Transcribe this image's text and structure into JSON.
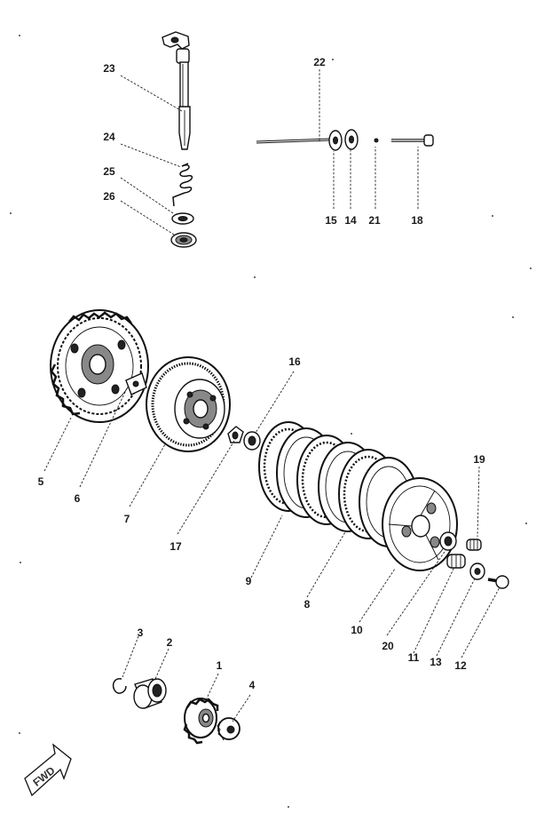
{
  "diagram": {
    "labels": [
      {
        "id": "1",
        "text": "1"
      },
      {
        "id": "2",
        "text": "2"
      },
      {
        "id": "3",
        "text": "3"
      },
      {
        "id": "4",
        "text": "4"
      },
      {
        "id": "5",
        "text": "5"
      },
      {
        "id": "6",
        "text": "6"
      },
      {
        "id": "7",
        "text": "7"
      },
      {
        "id": "8",
        "text": "8"
      },
      {
        "id": "9",
        "text": "9"
      },
      {
        "id": "10",
        "text": "10"
      },
      {
        "id": "11",
        "text": "11"
      },
      {
        "id": "12",
        "text": "12"
      },
      {
        "id": "13",
        "text": "13"
      },
      {
        "id": "14",
        "text": "14"
      },
      {
        "id": "15",
        "text": "15"
      },
      {
        "id": "16",
        "text": "16"
      },
      {
        "id": "17",
        "text": "17"
      },
      {
        "id": "18",
        "text": "18"
      },
      {
        "id": "19",
        "text": "19"
      },
      {
        "id": "20",
        "text": "20"
      },
      {
        "id": "21",
        "text": "21"
      },
      {
        "id": "22",
        "text": "22"
      },
      {
        "id": "23",
        "text": "23"
      },
      {
        "id": "24",
        "text": "24"
      },
      {
        "id": "25",
        "text": "25"
      },
      {
        "id": "26",
        "text": "26"
      }
    ],
    "fwd_mark": "FWD",
    "colors": {
      "ink": "#111111",
      "background": "#ffffff"
    }
  }
}
